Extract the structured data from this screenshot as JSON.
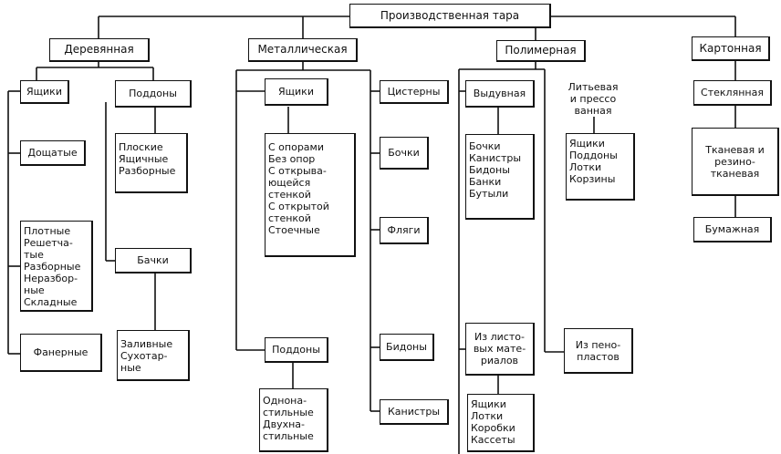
{
  "root": "Производственная тара",
  "wood": {
    "label": "Деревянная",
    "boxes": "Ящики",
    "pallets": "Поддоны",
    "boarded": "Дощатые",
    "box_types": [
      "Плотные",
      "Решетча-",
      "тые",
      "Разборные",
      "Неразбор-",
      "ные",
      "Складные"
    ],
    "pallet_types": [
      "Плоские",
      "Ящичные",
      "Разборные"
    ],
    "plywood": "Фанерные",
    "tubs": "Бачки",
    "tub_types": [
      "Заливные",
      "Сухотар-",
      "ные"
    ]
  },
  "metal": {
    "label": "Металлическая",
    "boxes": "Ящики",
    "box_types": [
      "С опорами",
      "Без опор",
      "С открыва-",
      "ющейся",
      "стенкой",
      "С открытой",
      "стенкой",
      "Стоечные"
    ],
    "pallets": "Поддоны",
    "pallet_types": [
      "Однона-",
      "стильные",
      "Двухна-",
      "стильные"
    ],
    "tanks": "Цистерны",
    "barrels": "Бочки",
    "flasks": "Фляги",
    "cans": "Бидоны",
    "canisters": "Канистры"
  },
  "polymer": {
    "label": "Полимерная",
    "blown": "Выдувная",
    "blown_types": [
      "Бочки",
      "Канистры",
      "Бидоны",
      "Банки",
      "Бутыли"
    ],
    "sheet": [
      "Из листо-",
      "вых мате-",
      "риалов"
    ],
    "sheet_types": [
      "Ящики",
      "Лотки",
      "Коробки",
      "Кассеты"
    ],
    "cast": [
      "Литьевая",
      "и прессо",
      "ванная"
    ],
    "cast_types": [
      "Ящики",
      "Поддоны",
      "Лотки",
      "Корзины"
    ],
    "foam": [
      "Из пено-",
      "пластов"
    ]
  },
  "other": {
    "cardboard": "Картонная",
    "glass": "Стеклянная",
    "fabric": [
      "Тканевая и",
      "резино-",
      "тканевая"
    ],
    "paper": "Бумажная"
  }
}
